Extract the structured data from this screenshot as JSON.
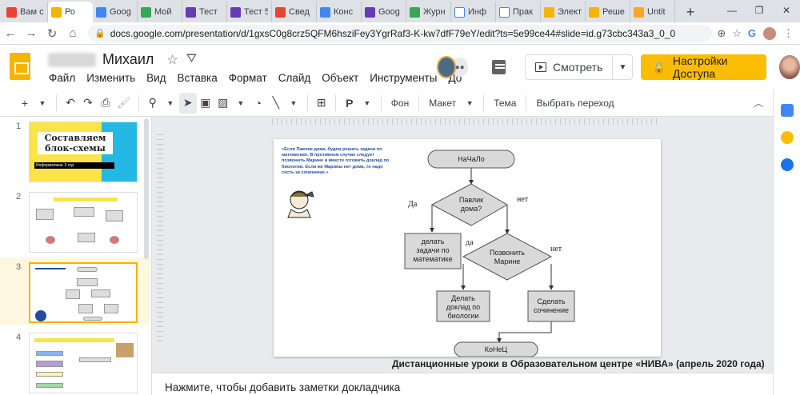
{
  "browser": {
    "tabs": [
      {
        "label": "Вам с",
        "color": "#ea4335"
      },
      {
        "label": "Ро",
        "color": "#f4b400",
        "active": true
      },
      {
        "label": "Goog",
        "color": "#4285f4"
      },
      {
        "label": "Мой",
        "color": "#34a853"
      },
      {
        "label": "Тест",
        "color": "#673ab7"
      },
      {
        "label": "Тест 5",
        "color": "#673ab7"
      },
      {
        "label": "Свед",
        "color": "#ea4335"
      },
      {
        "label": "Конс",
        "color": "#4285f4"
      },
      {
        "label": "Goog",
        "color": "#673ab7"
      },
      {
        "label": "Журн",
        "color": "#34a853"
      },
      {
        "label": "Инф",
        "color": "#ffffff"
      },
      {
        "label": "Прак",
        "color": "#ffffff"
      },
      {
        "label": "Элект",
        "color": "#f4b400"
      },
      {
        "label": "Реше",
        "color": "#f4b400"
      },
      {
        "label": "Untit",
        "color": "#f9a825"
      }
    ],
    "new_tab": "+",
    "url": "docs.google.com/presentation/d/1gxsC0g8crz5QFM6hsziFey3YgrRaf3-K-kw7dfF79eY/edit?ts=5e99ce44#slide=id.g73cbc343a3_0_0"
  },
  "doc": {
    "title": "Михаил",
    "menu": [
      "Файл",
      "Изменить",
      "Вид",
      "Вставка",
      "Формат",
      "Слайд",
      "Объект",
      "Инструменты",
      "До"
    ],
    "present_label": "Смотреть",
    "share_label": "Настройки Доступа"
  },
  "toolbar": {
    "background": "Фон",
    "layout": "Макет",
    "theme": "Тема",
    "transition": "Выбрать переход"
  },
  "filmstrip": {
    "slides": [
      {
        "num": "1",
        "title": "Составляем блок-схемы",
        "subtitle": "Информатика• 3 год"
      },
      {
        "num": "2"
      },
      {
        "num": "3",
        "active": true
      },
      {
        "num": "4"
      }
    ]
  },
  "slide": {
    "quote": "«Если Павлик дома, будем решать задачи по математике. В противном случае следует позвонить Марине и вместе готовить доклад по биологии. Если же Марины нет дома, то надо сесть за сочинение.»",
    "flow": {
      "start": "НаЧаЛо",
      "decision1": [
        "Павлик",
        "дома?"
      ],
      "yes1": "Да",
      "no1": "нет",
      "action_math": [
        "делать",
        "задачи по",
        "математике"
      ],
      "decision2": [
        "Позвонить",
        "Марине"
      ],
      "yes2": "да",
      "no2": "нет",
      "action_bio": [
        "Делать",
        "доклад по",
        "биологии"
      ],
      "action_essay": [
        "Сделать",
        "сочинение"
      ],
      "end": "КоНеЦ"
    }
  },
  "caption": "Дистанционные уроки в Образовательном центре «НИВА» (апрель 2020 года)",
  "notes_placeholder": "Нажмите, чтобы добавить заметки докладчика"
}
